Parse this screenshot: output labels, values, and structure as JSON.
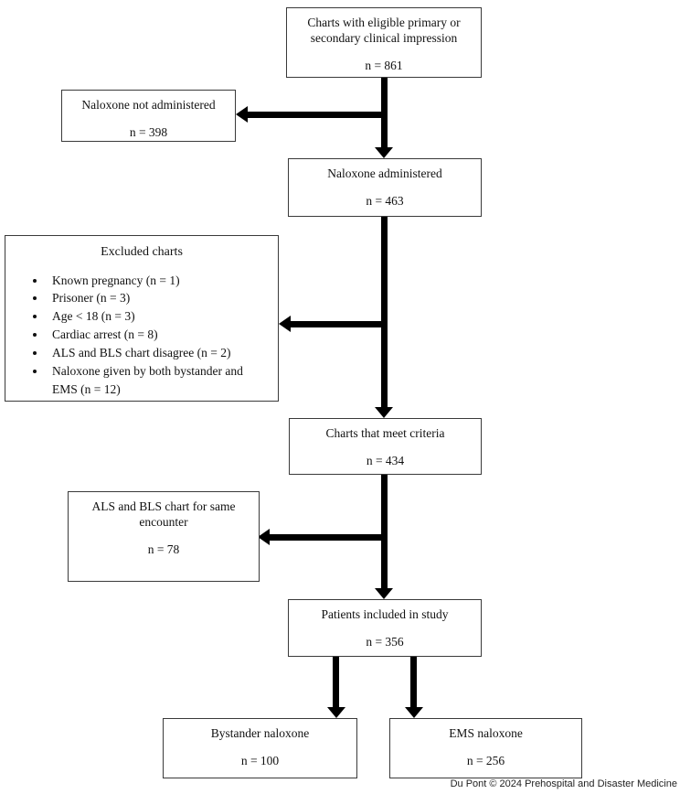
{
  "figure": {
    "type": "flow-diagram",
    "credit": "Du Pont © 2024 Prehospital and Disaster Medicine",
    "colors": {
      "background": "#ffffff",
      "line": "#000000",
      "box_border": "#3a3a3a",
      "text": "#111111"
    }
  },
  "boxes": {
    "eligible": {
      "label": "Charts with eligible primary or secondary clinical impression",
      "n": "n = 861"
    },
    "not_administered": {
      "label": "Naloxone not administered",
      "n": "n = 398"
    },
    "administered": {
      "label": "Naloxone administered",
      "n": "n = 463"
    },
    "excluded": {
      "title": "Excluded charts",
      "items": [
        "Known pregnancy (n = 1)",
        "Prisoner (n = 3)",
        "Age < 18 (n = 3)",
        "Cardiac arrest (n = 8)",
        "ALS and BLS chart disagree (n = 2)",
        "Naloxone given by both bystander and EMS (n = 12)"
      ]
    },
    "meet_criteria": {
      "label": "Charts that meet criteria",
      "n": "n = 434"
    },
    "als_bls_same": {
      "label": "ALS and BLS chart for same encounter",
      "n": "n = 78"
    },
    "included": {
      "label": "Patients included in study",
      "n": "n = 356"
    },
    "bystander": {
      "label": "Bystander naloxone",
      "n": "n = 100"
    },
    "ems": {
      "label": "EMS naloxone",
      "n": "n = 256"
    }
  }
}
